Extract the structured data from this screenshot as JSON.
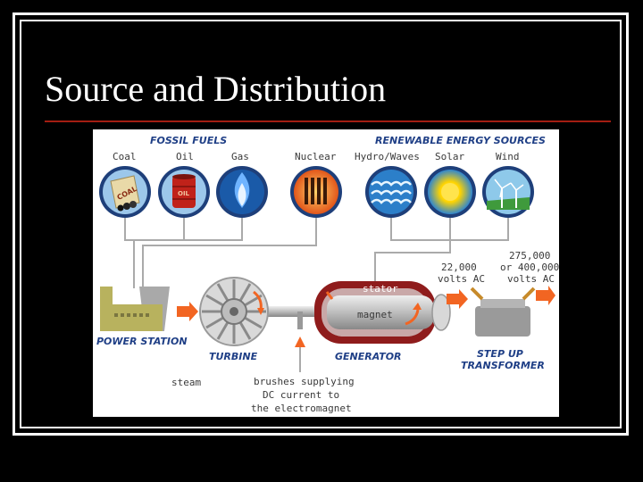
{
  "slide": {
    "title": "Source and Distribution"
  },
  "diagram": {
    "fossil_header": "FOSSIL FUELS",
    "renewable_header": "RENEWABLE ENERGY SOURCES",
    "sources": {
      "coal": "Coal",
      "oil": "Oil",
      "gas": "Gas",
      "nuclear": "Nuclear",
      "hydro": "Hydro/Waves",
      "solar": "Solar",
      "wind": "Wind"
    },
    "coal_bag_label": "COAL",
    "oil_barrel_label": "OIL",
    "voltage_low": [
      "22,000",
      "volts AC"
    ],
    "voltage_high": [
      "275,000",
      "or 400,000",
      "volts AC"
    ],
    "stator_label": "stator",
    "magnet_label": "magnet",
    "power_station_label": "POWER STATION",
    "turbine_label": "TURBINE",
    "generator_label": "GENERATOR",
    "transformer_label": [
      "STEP UP",
      "TRANSFORMER"
    ],
    "steam_label": "steam",
    "brushes_label": [
      "brushes supplying",
      "DC current to",
      "the electromagnet"
    ]
  },
  "colors": {
    "background": "#000000",
    "title_text": "#ffffff",
    "rule": "#a31d12",
    "diagram_bg": "#ffffff",
    "heading_blue": "#1f3f86",
    "arrow_orange": "#f26522",
    "generator_red": "#8f1c1c"
  }
}
